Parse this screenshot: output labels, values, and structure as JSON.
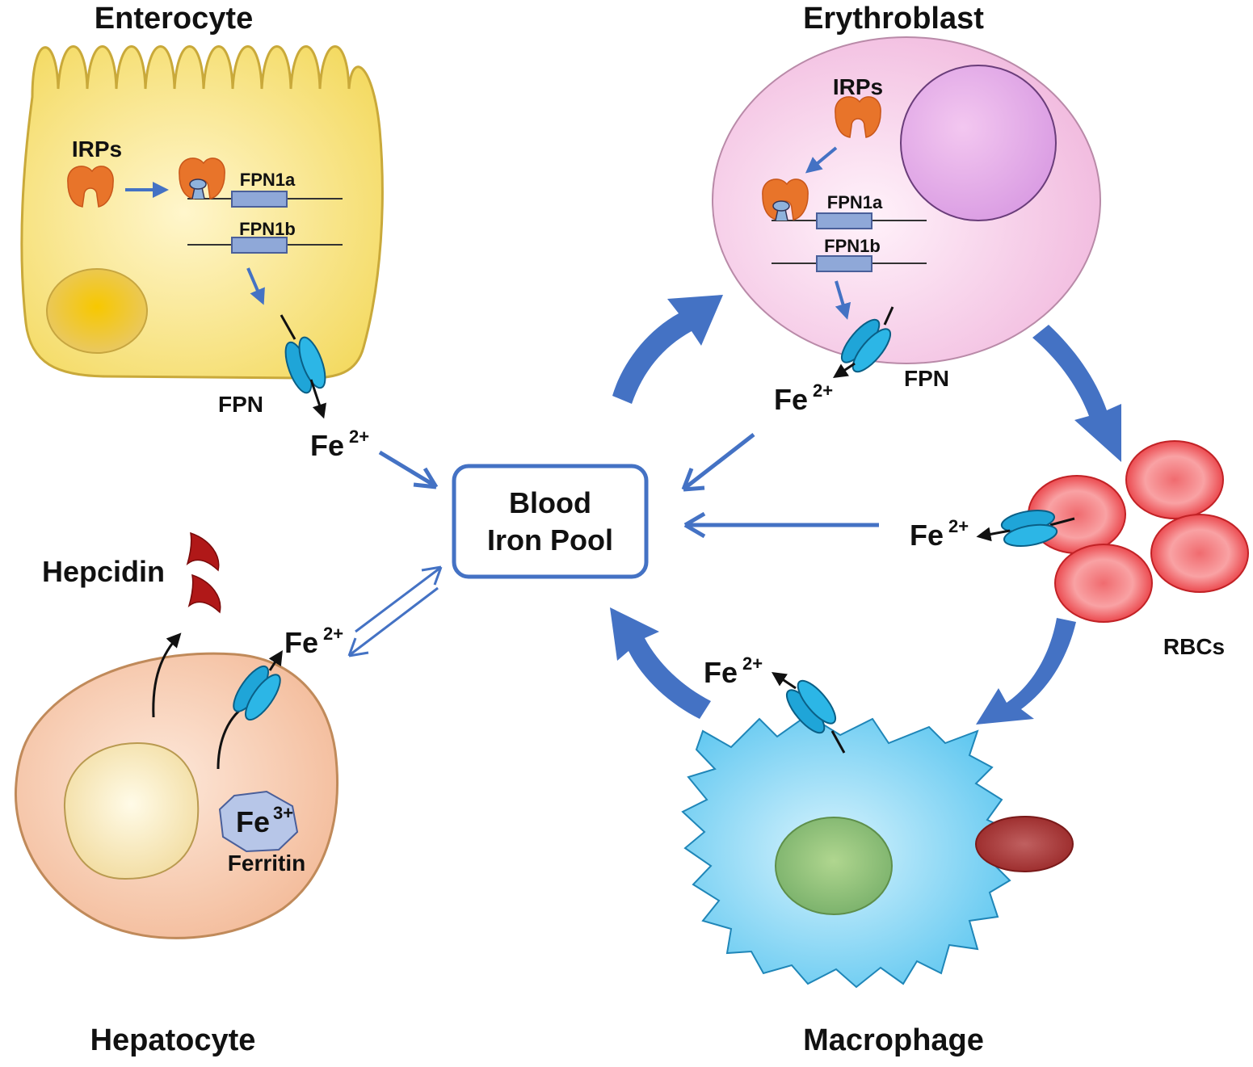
{
  "titles": {
    "enterocyte": "Enterocyte",
    "erythroblast": "Erythroblast",
    "hepatocyte": "Hepatocyte",
    "macrophage": "Macrophage"
  },
  "pool": {
    "line1": "Blood",
    "line2": "Iron Pool"
  },
  "labels": {
    "irps": "IRPs",
    "fpn1a": "FPN1a",
    "fpn1b": "FPN1b",
    "fpn": "FPN",
    "fe": "Fe",
    "fe2_charge": "2+",
    "fe3_charge": "3+",
    "hepcidin": "Hepcidin",
    "ferritin": "Ferritin",
    "rbcs": "RBCs"
  },
  "colors": {
    "arrow_blue": "#4472c4",
    "enterocyte_fill": "#f7e27a",
    "erythroblast_fill": "#f6c8e6",
    "hepatocyte_fill": "#f7c4a0",
    "macrophage_fill": "#6fd0f2",
    "rbc_red": "#e8343a",
    "irp_orange": "#e8742a",
    "fpn_cyan": "#1fa5d8",
    "hepcidin_red": "#b01818"
  }
}
